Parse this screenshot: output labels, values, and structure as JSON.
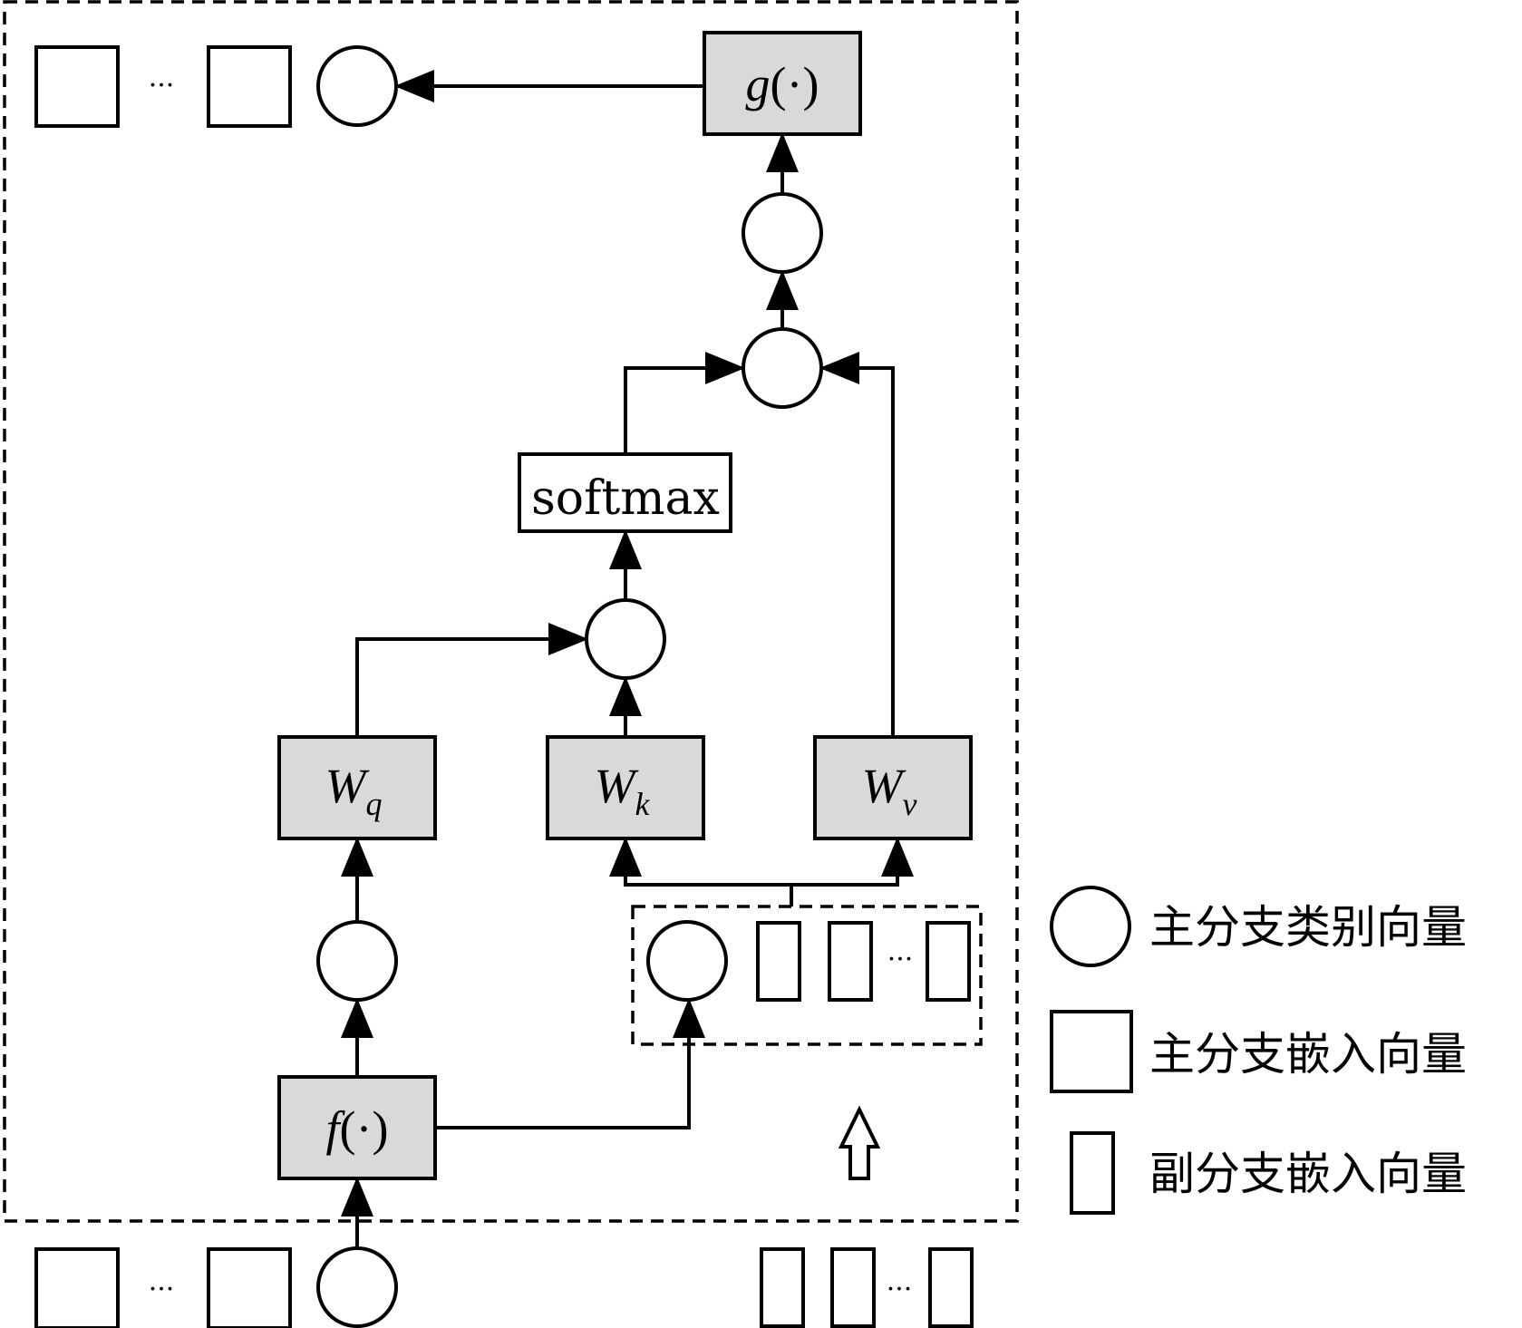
{
  "nodes": {
    "g_func": {
      "symbol": "g",
      "arg": "(·)"
    },
    "f_func": {
      "symbol": "f",
      "arg": "(·)"
    },
    "softmax": "softmax",
    "wq": {
      "symbol": "W",
      "sub": "q"
    },
    "wk": {
      "symbol": "W",
      "sub": "k"
    },
    "wv": {
      "symbol": "W",
      "sub": "v"
    }
  },
  "ellipsis": "···",
  "legend": [
    {
      "shape": "circle",
      "label": "主分支类别向量"
    },
    {
      "shape": "square",
      "label": "主分支嵌入向量"
    },
    {
      "shape": "narrow-rect",
      "label": "副分支嵌入向量"
    }
  ],
  "colors": {
    "function_box_fill": "#d9d9d9",
    "stroke": "#000000",
    "background": "#ffffff"
  }
}
